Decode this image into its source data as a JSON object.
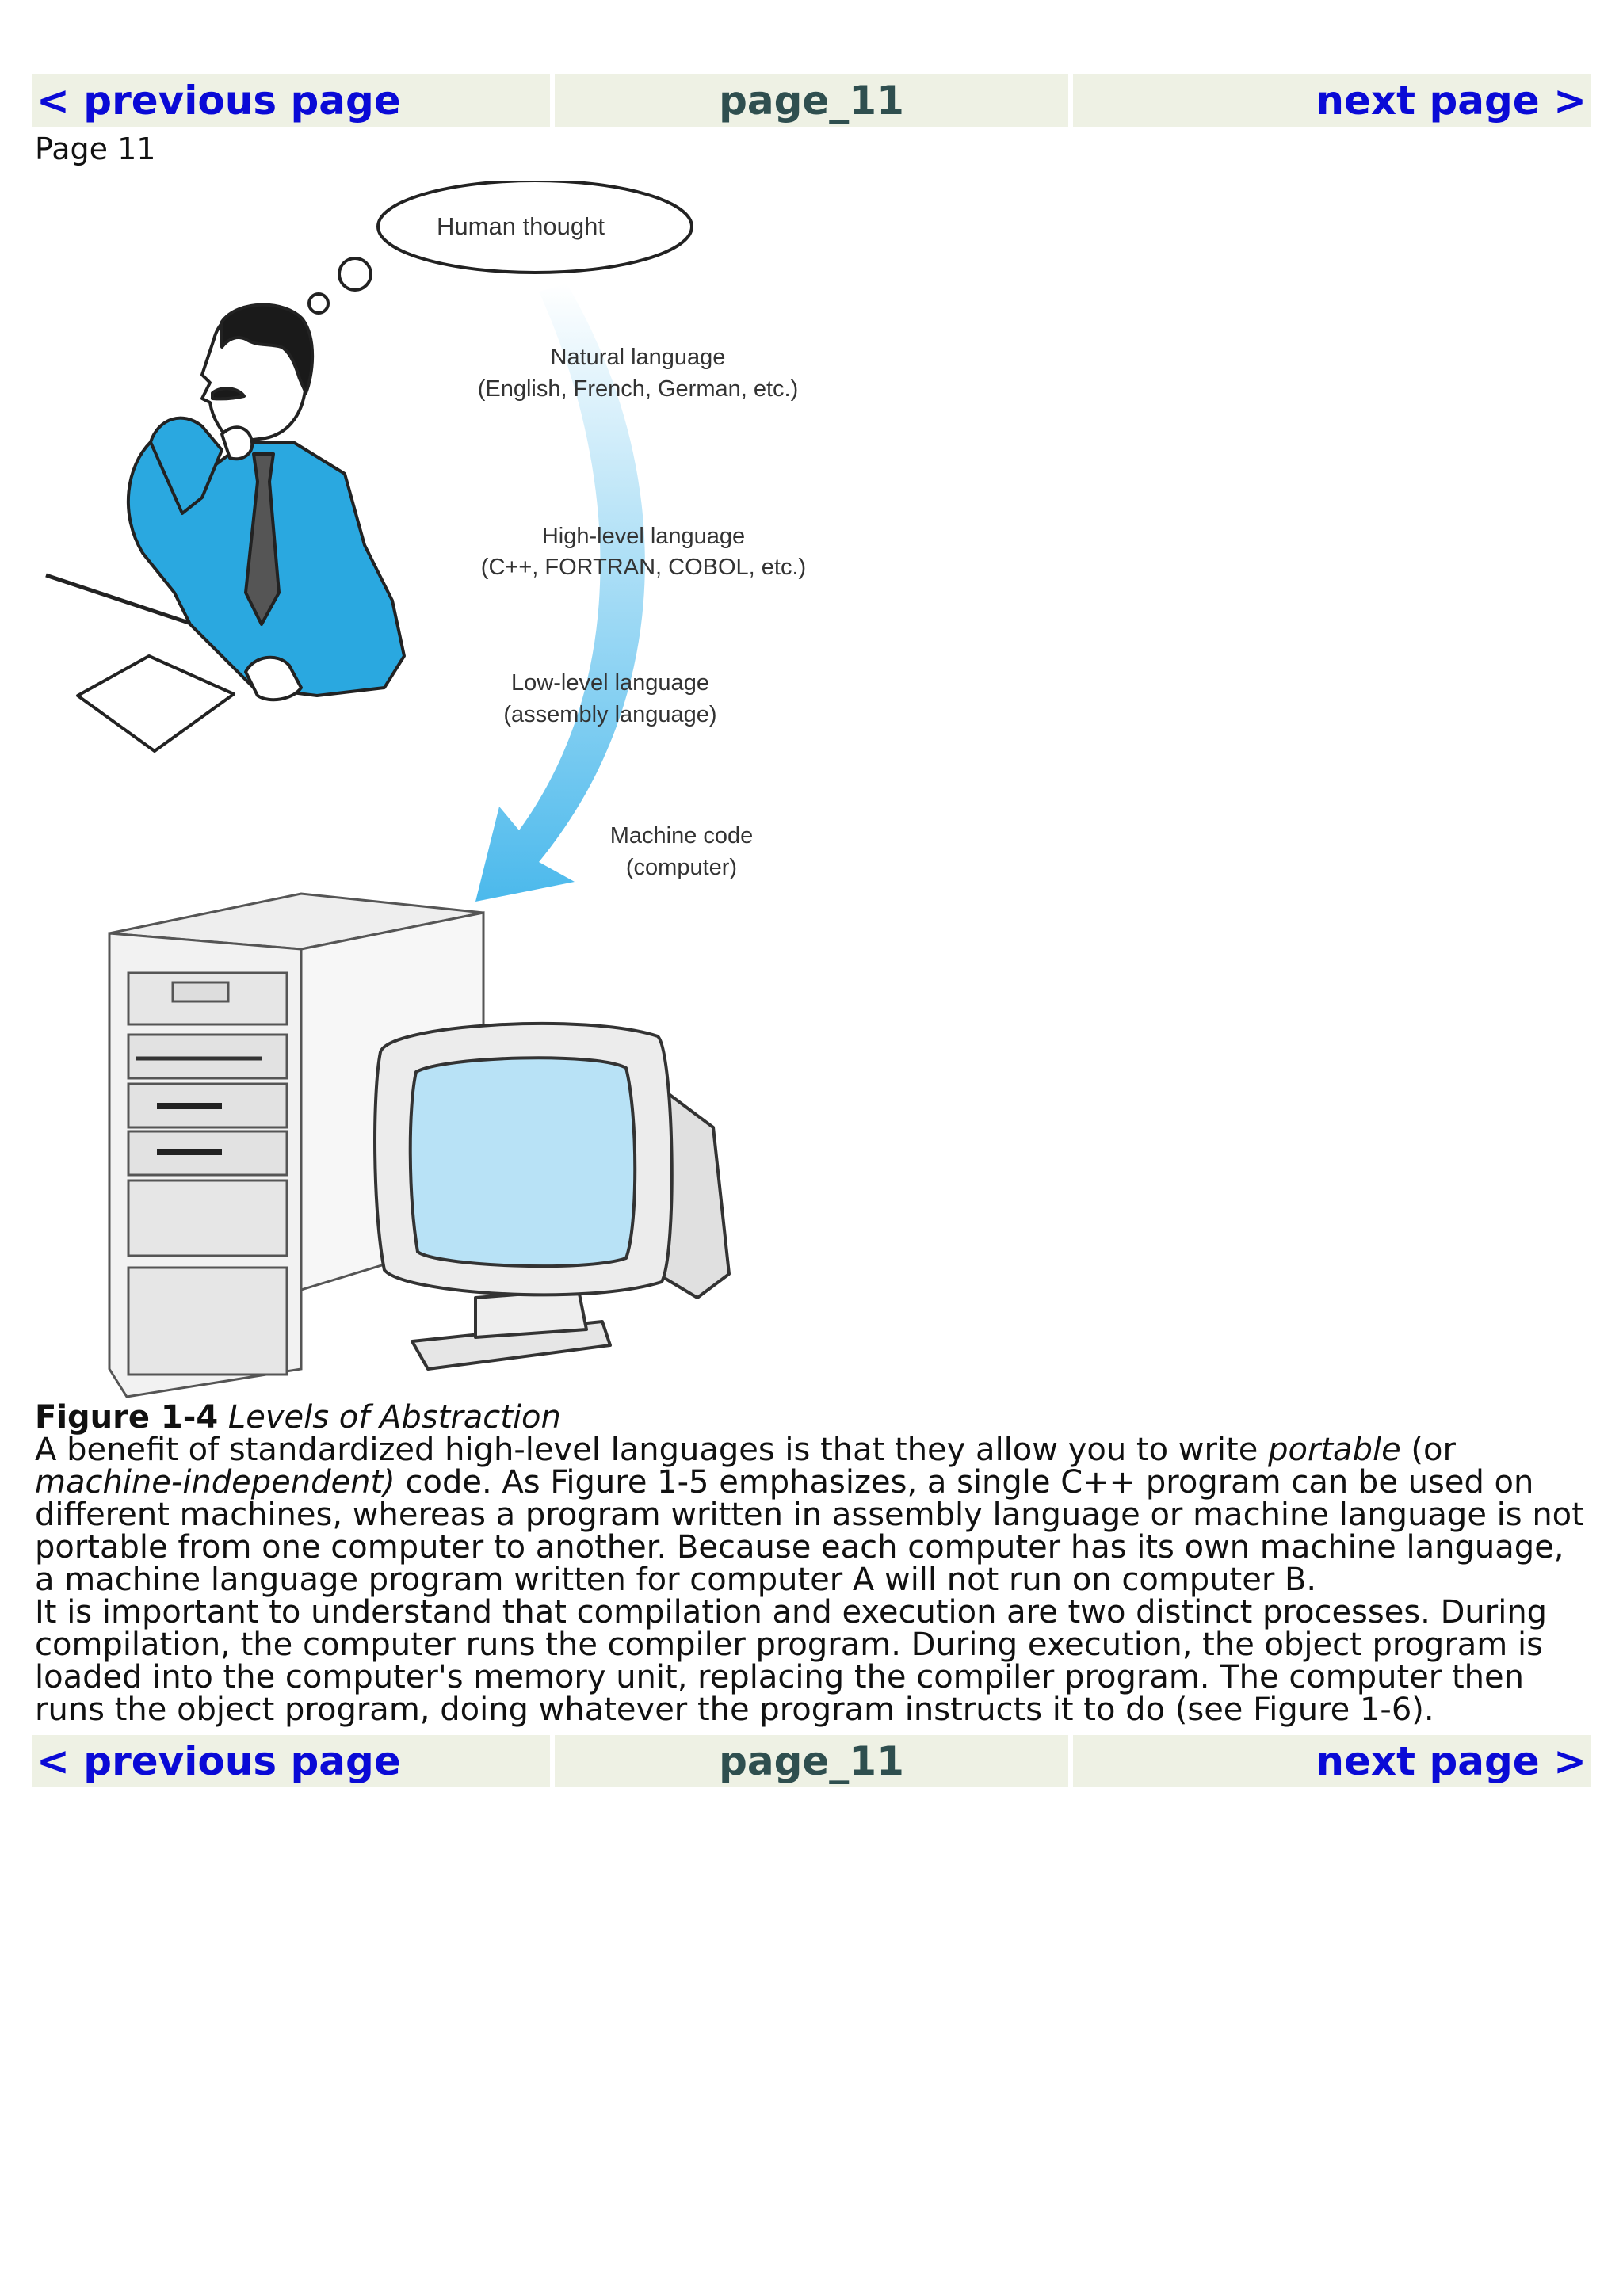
{
  "nav": {
    "prev_label": "< previous page",
    "page_name": "page_11",
    "next_label": "next page >"
  },
  "page_label": "Page 11",
  "figure": {
    "labels": {
      "human_thought": "Human thought",
      "natural_1": "Natural language",
      "natural_2": "(English, French, German, etc.)",
      "high_1": "High-level language",
      "high_2": "(C++, FORTRAN, COBOL, etc.)",
      "low_1": "Low-level language",
      "low_2": "(assembly language)",
      "machine_1": "Machine code",
      "machine_2": "(computer)"
    },
    "caption_number": "Figure 1-4",
    "caption_title": "Levels of Abstraction"
  },
  "body": {
    "p1_a": "A benefit of standardized high-level languages is that they allow you to write ",
    "p1_portable": "portable",
    "p1_b": " (or ",
    "p1_machine_independent": "machine-independent)",
    "p1_c": " code. As Figure 1-5 emphasizes, a single C++ program can be used on different machines, whereas a program written in assembly language or machine language is not portable from one computer to another. Because each computer has its own machine language, a machine language program written for computer A will not run on computer B.",
    "p2": "It is important to understand that compilation and execution are two distinct processes. During compilation, the computer runs the compiler program. During execution, the object program is loaded into the computer's memory unit, replacing the compiler program. The computer then runs the object program, doing whatever the program instructs it to do (see Figure 1-6)."
  },
  "colors": {
    "nav_bg": "#eef1e4",
    "link": "#0a0ad6",
    "page_name": "#2f4f4f",
    "shirt": "#2aa8e0",
    "arrow": "#5cc2ee",
    "screen": "#b8e2f6"
  }
}
